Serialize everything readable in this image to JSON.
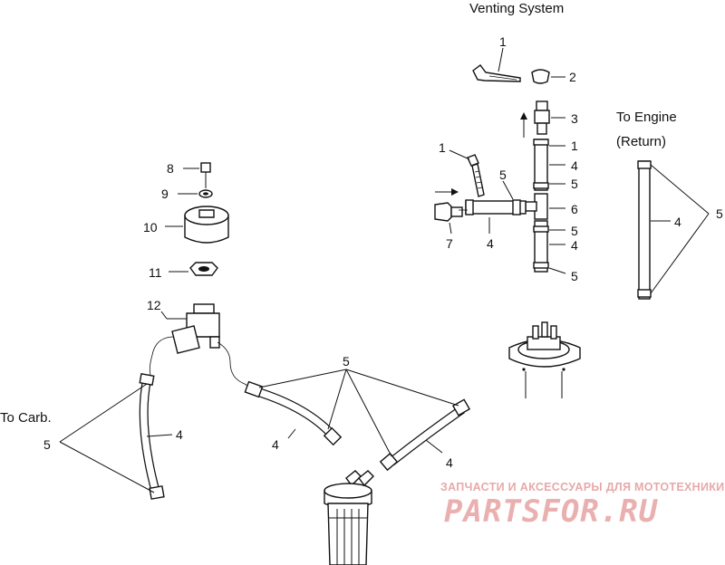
{
  "title": "Venting System",
  "labels": {
    "to_engine": "To Engine",
    "return": "(Return)",
    "to_carb": "To Carb."
  },
  "callouts": {
    "n1": "1",
    "n2": "2",
    "n3": "3",
    "n4": "4",
    "n5": "5",
    "n6": "6",
    "n7": "7",
    "n8": "8",
    "n9": "9",
    "n10": "10",
    "n11": "11",
    "n12": "12"
  },
  "watermark": {
    "line1": "ЗАПЧАСТИ И АКСЕССУАРЫ ДЛЯ МОТОТЕХНИКИ",
    "line2": "PARTSFOR.RU",
    "color": "#e7a9a9"
  }
}
